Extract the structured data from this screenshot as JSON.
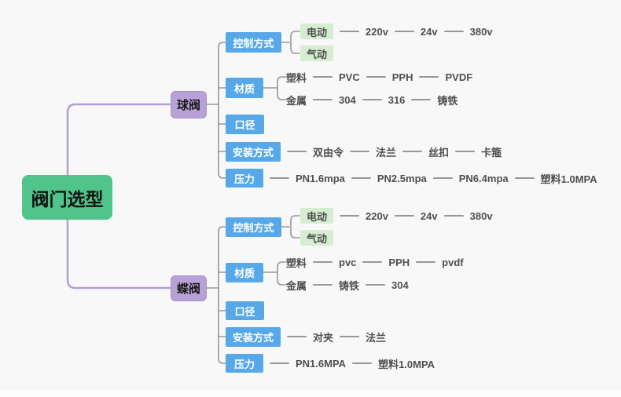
{
  "root": {
    "label": "阀门选型"
  },
  "branches": [
    {
      "label": "球阀",
      "children": [
        {
          "label": "控制方式",
          "sub": [
            {
              "label": "电动",
              "chain": [
                "220v",
                "24v",
                "380v"
              ]
            },
            {
              "label": "气动",
              "chain": []
            }
          ]
        },
        {
          "label": "材质",
          "sub": [
            {
              "label": "塑料",
              "chain": [
                "PVC",
                "PPH",
                "PVDF"
              ]
            },
            {
              "label": "金属",
              "chain": [
                "304",
                "316",
                "铸铁"
              ]
            }
          ]
        },
        {
          "label": "口径",
          "chain": []
        },
        {
          "label": "安装方式",
          "chain": [
            "双由令",
            "法兰",
            "丝扣",
            "卡箍"
          ]
        },
        {
          "label": "压力",
          "chain": [
            "PN1.6mpa",
            "PN2.5mpa",
            "PN6.4mpa",
            "塑料1.0MPA"
          ]
        }
      ]
    },
    {
      "label": "蝶阀",
      "children": [
        {
          "label": "控制方式",
          "sub": [
            {
              "label": "电动",
              "chain": [
                "220v",
                "24v",
                "380v"
              ]
            },
            {
              "label": "气动",
              "chain": []
            }
          ]
        },
        {
          "label": "材质",
          "sub": [
            {
              "label": "塑料",
              "chain": [
                "pvc",
                "PPH",
                "pvdf"
              ]
            },
            {
              "label": "金属",
              "chain": [
                "铸铁",
                "304"
              ]
            }
          ]
        },
        {
          "label": "口径",
          "chain": []
        },
        {
          "label": "安装方式",
          "chain": [
            "对夹",
            "法兰"
          ]
        },
        {
          "label": "压力",
          "chain": [
            "PN1.6MPA",
            "塑料1.0MPA"
          ]
        }
      ]
    }
  ],
  "colors": {
    "background": "#f8f8f8",
    "root_node": "#50c48a",
    "branch_node": "#b7a1d6",
    "category_node": "#57a8e8",
    "sub_node": "#d7edd2",
    "root_edge": "#b49fd4",
    "gray_edge": "#979797",
    "leaf_text": "#4f4f4f",
    "category_text": "#ffffff"
  }
}
